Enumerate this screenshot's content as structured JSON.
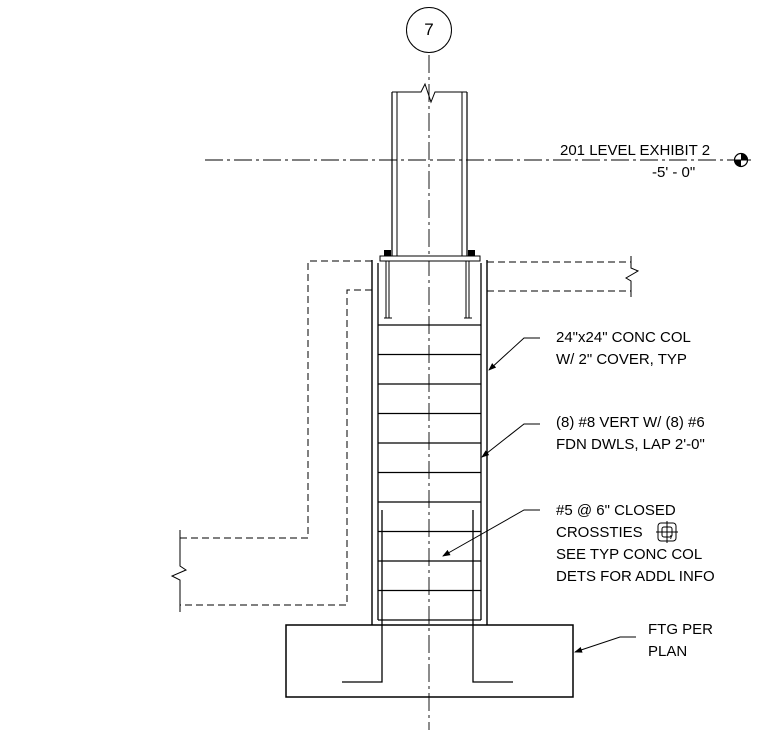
{
  "grid": {
    "label": "7"
  },
  "level": {
    "name": "201 LEVEL EXHIBIT 2",
    "elevation": "-5' - 0\""
  },
  "notes": {
    "column": [
      "24\"x24\" CONC COL",
      "W/ 2\" COVER, TYP"
    ],
    "vertical_bars": [
      "(8) #8 VERT W/ (8) #6",
      "FDN DWLS, LAP 2'-0\""
    ],
    "ties": [
      "#5 @ 6\" CLOSED",
      "CROSSTIES",
      ",",
      "SEE TYP CONC COL",
      "DETS FOR ADDL INFO"
    ],
    "footing": [
      "FTG PER",
      "PLAN"
    ]
  },
  "tie_count": 11
}
